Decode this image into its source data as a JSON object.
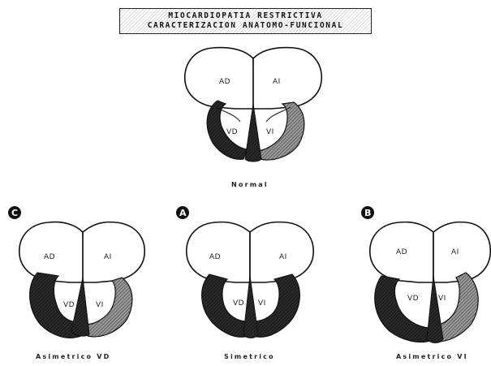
{
  "title": {
    "line1": "MIOCARDIOPATIA RESTRICTIVA",
    "line2": "CARACTERIZACION ANATOMO-FUNCIONAL"
  },
  "chambers": {
    "right_atrium": "AD",
    "left_atrium": "AI",
    "right_ventricle": "VD",
    "left_ventricle": "VI"
  },
  "hearts": [
    {
      "id": "normal",
      "badge": "",
      "caption": "Normal"
    },
    {
      "id": "asimetrico-vd",
      "badge": "C",
      "caption": "Asimetrico VD"
    },
    {
      "id": "simetrico",
      "badge": "A",
      "caption": "Simetrico"
    },
    {
      "id": "asimetrico-vi",
      "badge": "B",
      "caption": "Asimetrico VI"
    }
  ]
}
